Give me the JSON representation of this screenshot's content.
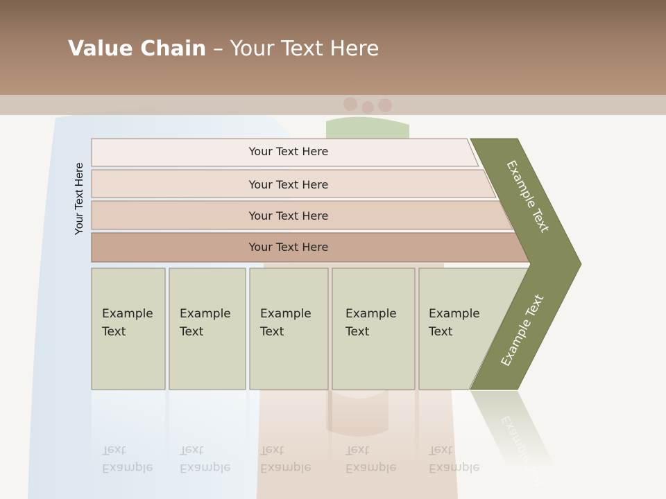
{
  "title": {
    "bold": "Value Chain",
    "rest": " – Your Text Here"
  },
  "side_label": "Your Text Here",
  "rows": [
    "Your Text Here",
    "Your Text Here",
    "Your Text Here",
    "Your Text Here"
  ],
  "boxes": [
    {
      "line1": "Example",
      "line2": "Text"
    },
    {
      "line1": "Example",
      "line2": "Text"
    },
    {
      "line1": "Example",
      "line2": "Text"
    },
    {
      "line1": "Example",
      "line2": "Text"
    },
    {
      "line1": "Example",
      "line2": "Text"
    }
  ],
  "chevron": {
    "top_label": "Example Text",
    "bottom_label": "Example Text"
  },
  "colors": {
    "header": "#a0806a",
    "chevron": "#868a5a",
    "box_fill": "#d6d6c1",
    "row_fills": [
      "#f4ece8",
      "#ecdcd2",
      "#e2cdbf",
      "#caa996"
    ]
  }
}
